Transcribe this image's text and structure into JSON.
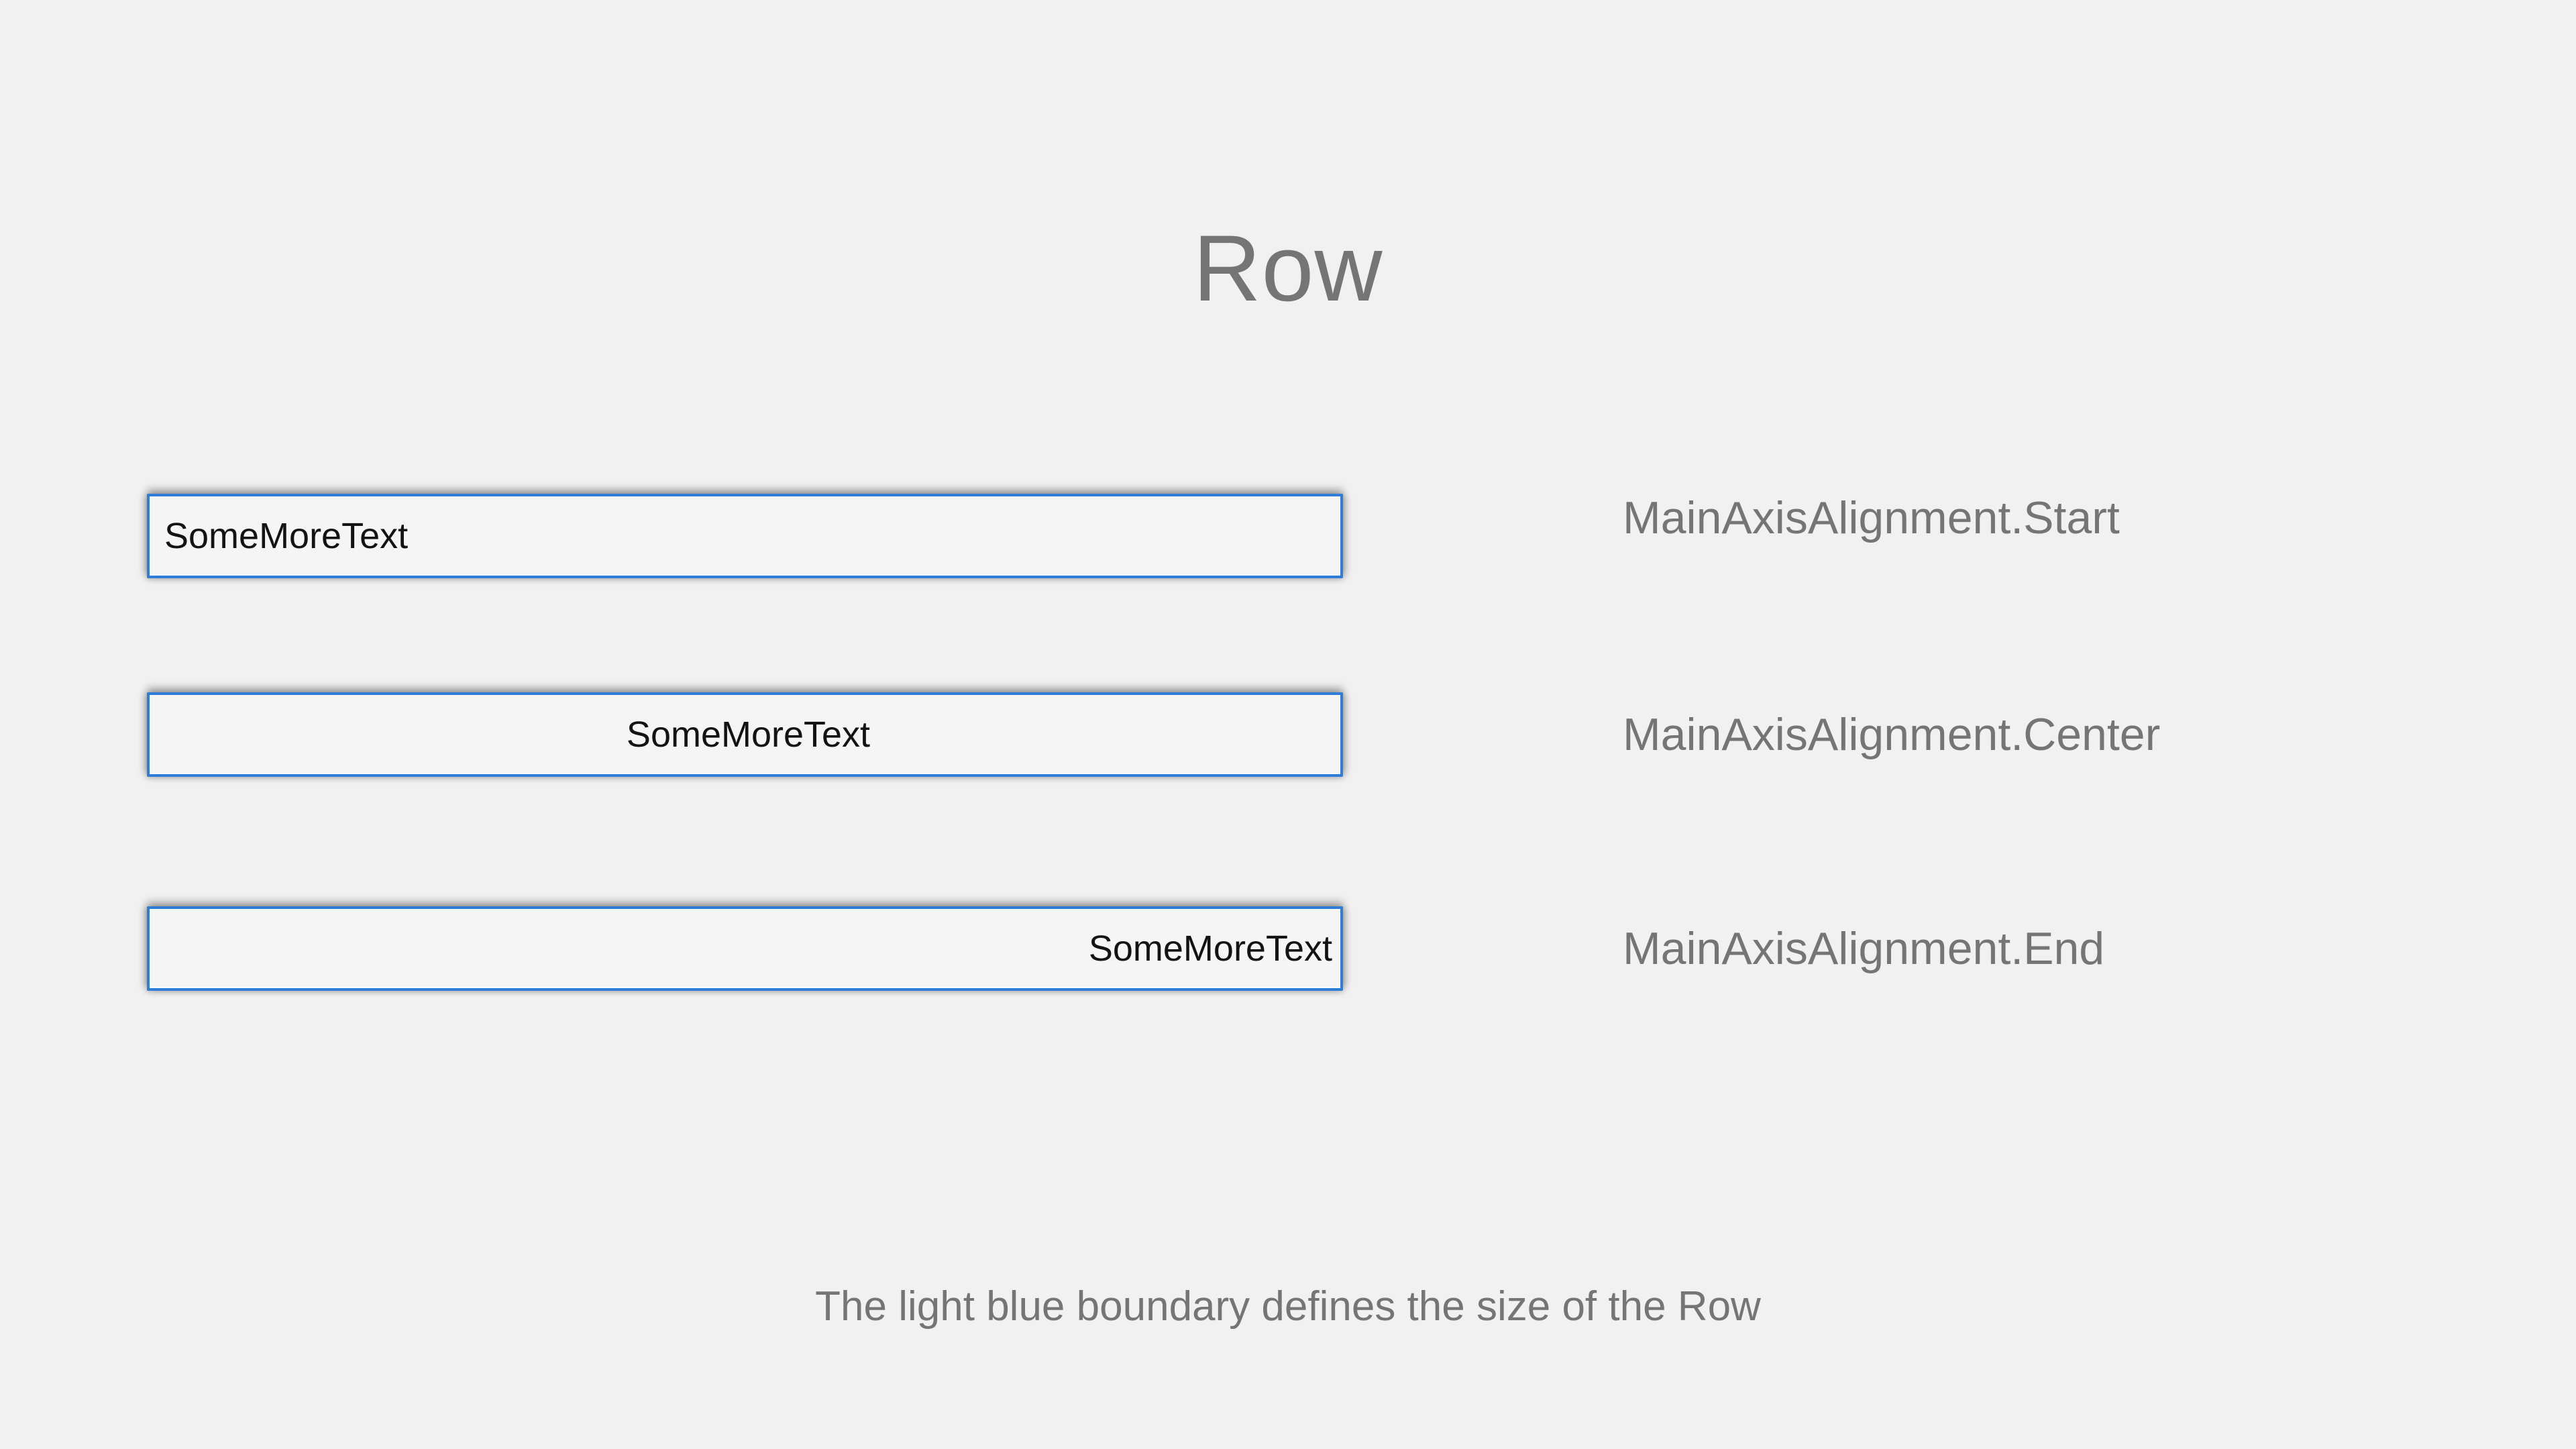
{
  "title": "Row",
  "caption": "The light blue boundary defines the size of the Row",
  "rows": [
    {
      "label": "MainAxisAlignment.Start",
      "content": "SomeMoreText",
      "alignment": "start"
    },
    {
      "label": "MainAxisAlignment.Center",
      "content": "SomeMoreText",
      "alignment": "center"
    },
    {
      "label": "MainAxisAlignment.End",
      "content": "SomeMoreText",
      "alignment": "end"
    }
  ],
  "colors": {
    "background": "#f1f1f1",
    "row_border": "#2e7dd6",
    "row_background": "#f5f5f5",
    "row_text": "#131313",
    "muted_text": "#757575"
  }
}
